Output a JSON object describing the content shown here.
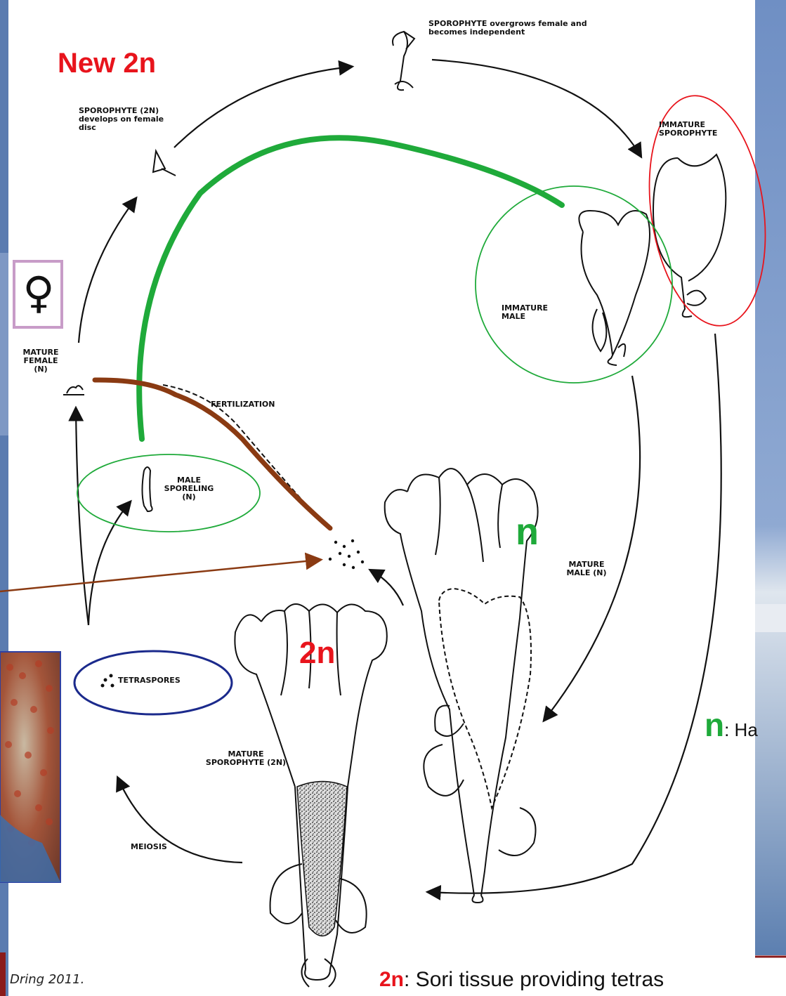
{
  "colors": {
    "red": "#e8141c",
    "green": "#1faa3a",
    "brown": "#8a3a12",
    "blue_ellipse": "#1b2a8c",
    "female_box": "#c89cc8",
    "sea_blue": "#4a6fa5",
    "footer_rule": "#8a1a1a"
  },
  "annotations": {
    "new_2n": "New 2n",
    "n_label": "n",
    "twon_label": "2n",
    "female_symbol": "♀"
  },
  "stages": {
    "sporophyte_overgrows": "SPOROPHYTE overgrows female and becomes independent",
    "sporophyte_develops": "SPOROPHYTE (2N) develops on female disc",
    "immature_sporophyte": "IMMATURE SPOROPHYTE",
    "immature_male": "IMMATURE MALE",
    "mature_female": "MATURE FEMALE (N)",
    "fertilization": "FERTILIZATION",
    "male_sporeling": "MALE SPORELING (N)",
    "mature_male": "MATURE MALE (N)",
    "tetraspores": "TETRASPORES",
    "mature_sporophyte": "MATURE SPOROPHYTE (2N)",
    "meiosis": "MEIOSIS"
  },
  "captions": {
    "citation": "Dring 2011.",
    "n_caption_bold": "n",
    "n_caption_rest": ": Ha",
    "twon_caption_bold": "2n",
    "twon_caption_rest": ": Sori tissue providing tetras"
  }
}
